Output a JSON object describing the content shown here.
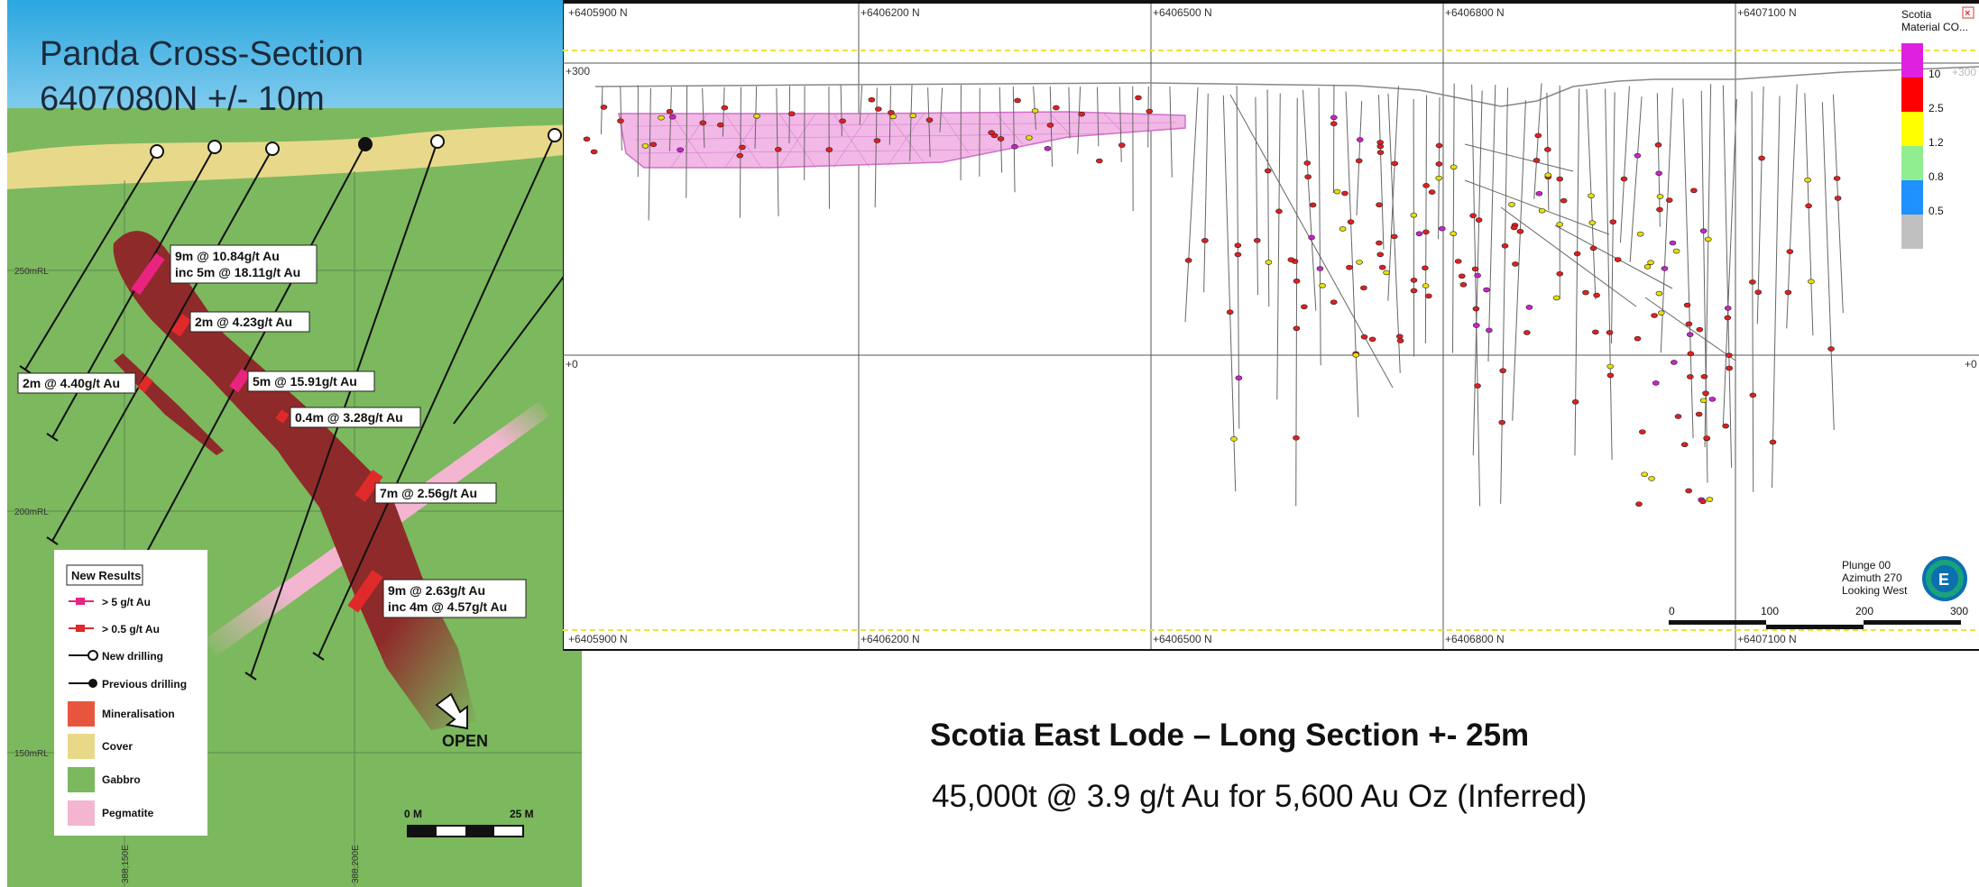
{
  "cross_section": {
    "title_line1": "Panda Cross-Section",
    "title_line2": "6407080N +/- 10m",
    "rl_labels": [
      "250mRL",
      "200mRL",
      "150mRL"
    ],
    "easting_labels": [
      "388,150E",
      "388,200E"
    ],
    "intercepts": [
      {
        "line1": "9m @ 10.84g/t Au",
        "line2": "inc 5m @ 18.11g/t Au"
      },
      {
        "line1": "2m @ 4.23g/t Au",
        "line2": ""
      },
      {
        "line1": "2m @ 4.40g/t Au",
        "line2": ""
      },
      {
        "line1": "5m @ 15.91g/t Au",
        "line2": ""
      },
      {
        "line1": "0.4m @ 3.28g/t Au",
        "line2": ""
      },
      {
        "line1": "7m @ 2.56g/t Au",
        "line2": ""
      },
      {
        "line1": "9m @ 2.63g/t Au",
        "line2": "inc 4m @ 4.57g/t Au"
      }
    ],
    "open_label": "OPEN",
    "legend": {
      "title": "New Results",
      "items": [
        "> 5 g/t Au",
        "> 0.5 g/t Au",
        "New drilling",
        "Previous drilling",
        "Mineralisation",
        "Cover",
        "Gabbro",
        "Pegmatite"
      ],
      "colors": {
        "high_grade": "#e8247f",
        "low_grade": "#e02a2a",
        "mineralisation": "#e8553f",
        "cover": "#e8d98a",
        "gabbro": "#7cb85e",
        "pegmatite": "#f3b5d0"
      }
    },
    "scale": {
      "start": "0 M",
      "end": "25 M"
    }
  },
  "long_section": {
    "northing_labels": [
      "+6405900 N",
      "+6406200 N",
      "+6406500 N",
      "+6406800 N",
      "+6407100 N"
    ],
    "elevation_labels": {
      "top_left": "+300",
      "top_right": "+300",
      "mid_left": "+0",
      "mid_right": "+0"
    },
    "legend": {
      "title_line1": "Scotia",
      "title_line2": "Material CO...",
      "breaks": [
        "10",
        "2.5",
        "1.2",
        "0.8",
        "0.5"
      ],
      "colors": [
        "#e020e0",
        "#ff0000",
        "#ffff00",
        "#90ee90",
        "#1e90ff",
        "#c0c0c0"
      ]
    },
    "orientation": {
      "plunge": "Plunge 00",
      "azimuth": "Azimuth 270",
      "view": "Looking West",
      "compass_letter": "E"
    },
    "scale_ticks": [
      "0",
      "100",
      "200",
      "300"
    ]
  },
  "caption": {
    "title": "Scotia East Lode – Long Section +- 25m",
    "subtitle": "45,000t @ 3.9 g/t Au for 5,600 Au Oz (Inferred)"
  }
}
